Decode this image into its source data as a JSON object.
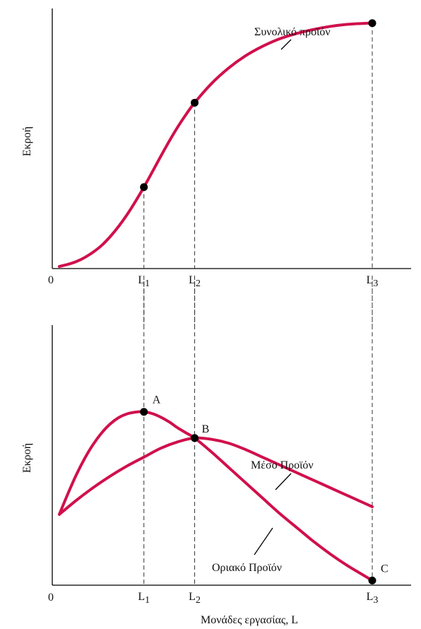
{
  "colors": {
    "curve": "#d0104c",
    "axis": "#000000",
    "dash": "#333333",
    "point": "#000000"
  },
  "chart_data": [
    {
      "type": "line",
      "title": "",
      "ylabel": "Εκροή",
      "xlabel": "",
      "origin_label": "0",
      "x_ticks": [
        {
          "label": "L",
          "sub": "1",
          "x": 1
        },
        {
          "label": "L",
          "sub": "2",
          "x": 1.6
        },
        {
          "label": "L",
          "sub": "3",
          "x": 3.7
        }
      ],
      "xlim": [
        0,
        4.2
      ],
      "ylim": [
        0,
        100
      ],
      "series": [
        {
          "name": "Συνολικό προϊόν",
          "x": [
            0,
            0.1,
            0.2,
            0.3,
            0.4,
            0.5,
            0.6,
            0.7,
            0.8,
            0.9,
            1.0,
            1.1,
            1.2,
            1.3,
            1.4,
            1.5,
            1.6,
            1.8,
            2.0,
            2.2,
            2.4,
            2.6,
            2.8,
            3.0,
            3.2,
            3.4,
            3.6,
            3.7
          ],
          "y": [
            0,
            0.8,
            1.9,
            3.5,
            5.6,
            8.2,
            11.6,
            15.6,
            20.2,
            25.4,
            31.0,
            37.0,
            43.1,
            49.0,
            54.5,
            59.5,
            64.0,
            71.5,
            77.5,
            82.3,
            86.0,
            88.9,
            91.0,
            92.6,
            93.8,
            94.6,
            95.0,
            95.1
          ]
        }
      ],
      "points": [
        {
          "x": 1.0,
          "y": 31.0
        },
        {
          "x": 1.6,
          "y": 64.0
        },
        {
          "x": 3.7,
          "y": 95.1
        }
      ],
      "grid": false,
      "legend": "none"
    },
    {
      "type": "line",
      "title": "",
      "ylabel": "Εκροή",
      "xlabel": "Μονάδες εργασίας, L",
      "origin_label": "0",
      "x_ticks": [
        {
          "label": "L",
          "sub": "1",
          "x": 1
        },
        {
          "label": "L",
          "sub": "2",
          "x": 1.6
        },
        {
          "label": "L",
          "sub": "3",
          "x": 3.7
        }
      ],
      "xlim": [
        0,
        4.2
      ],
      "ylim": [
        0,
        100
      ],
      "series": [
        {
          "name": "Μέσο Προϊόν",
          "x": [
            0,
            0.2,
            0.4,
            0.6,
            0.8,
            1.0,
            1.2,
            1.4,
            1.6,
            1.8,
            2.0,
            2.2,
            2.4,
            2.6,
            2.8,
            3.0,
            3.2,
            3.4,
            3.6,
            3.7
          ],
          "y": [
            27,
            32.5,
            37.5,
            42,
            46,
            49.5,
            53,
            55.5,
            57,
            56.5,
            55,
            52.5,
            49.5,
            46.5,
            43.5,
            40.5,
            37.5,
            34.5,
            31.5,
            30
          ]
        },
        {
          "name": "Οριακό Προϊόν",
          "x": [
            0,
            0.1,
            0.2,
            0.3,
            0.4,
            0.5,
            0.6,
            0.7,
            0.8,
            0.9,
            1.0,
            1.1,
            1.2,
            1.3,
            1.4,
            1.5,
            1.6,
            1.8,
            2.0,
            2.2,
            2.4,
            2.6,
            2.8,
            3.0,
            3.2,
            3.4,
            3.6,
            3.7
          ],
          "y": [
            27,
            35,
            42.5,
            49,
            54.5,
            59,
            62.5,
            65,
            66.5,
            67.2,
            67.3,
            66.6,
            65.2,
            63.3,
            61,
            59,
            57,
            51.5,
            45.5,
            39.5,
            33.5,
            27.5,
            22,
            16.5,
            11.5,
            7,
            3,
            1
          ]
        }
      ],
      "points": [
        {
          "label": "A",
          "x": 1.0,
          "y": 67.3
        },
        {
          "label": "B",
          "x": 1.6,
          "y": 57
        },
        {
          "label": "C",
          "x": 3.7,
          "y": 1
        }
      ],
      "grid": false,
      "legend": "none"
    }
  ]
}
